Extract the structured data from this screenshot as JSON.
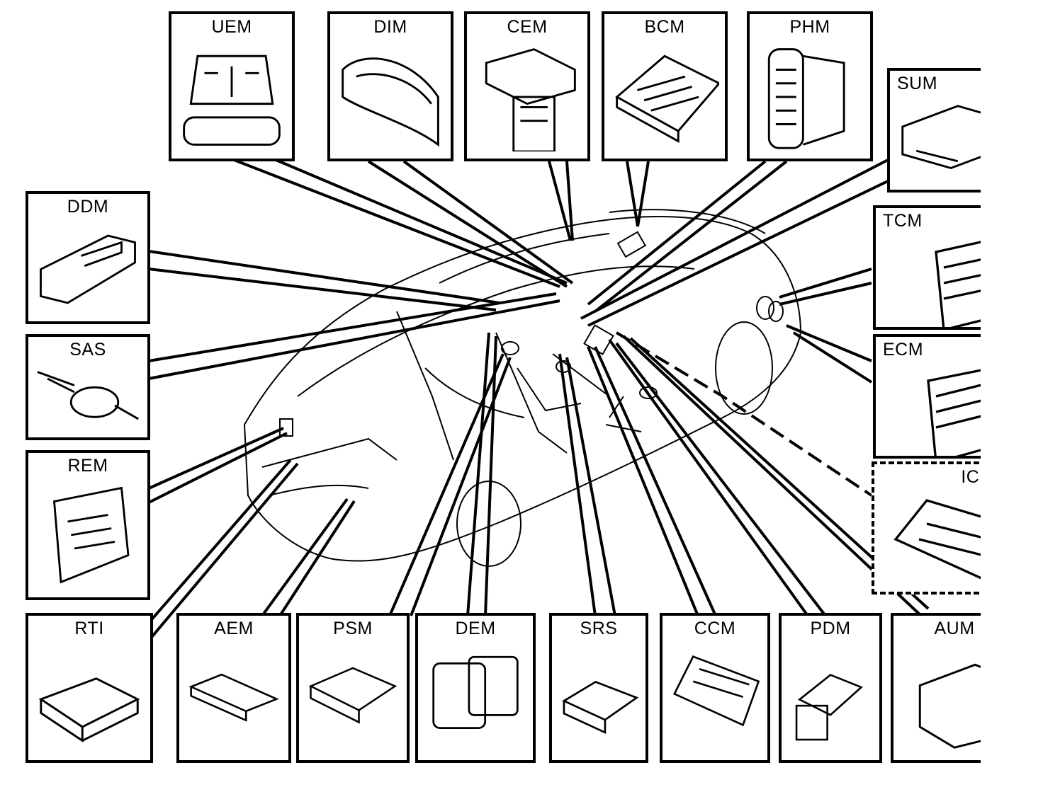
{
  "modules": {
    "uem": "UEM",
    "dim": "DIM",
    "cem": "CEM",
    "bcm": "BCM",
    "phm": "PHM",
    "sum": "SUM",
    "ddm": "DDM",
    "tcm": "TCM",
    "sas": "SAS",
    "ecm": "ECM",
    "rem": "REM",
    "icm": "ICM",
    "rti": "RTI",
    "aem": "AEM",
    "psm": "PSM",
    "dem": "DEM",
    "srs": "SRS",
    "ccm": "CCM",
    "pdm": "PDM",
    "aum": "AUM"
  },
  "colors": {
    "line": "#000000",
    "background": "#ffffff"
  }
}
